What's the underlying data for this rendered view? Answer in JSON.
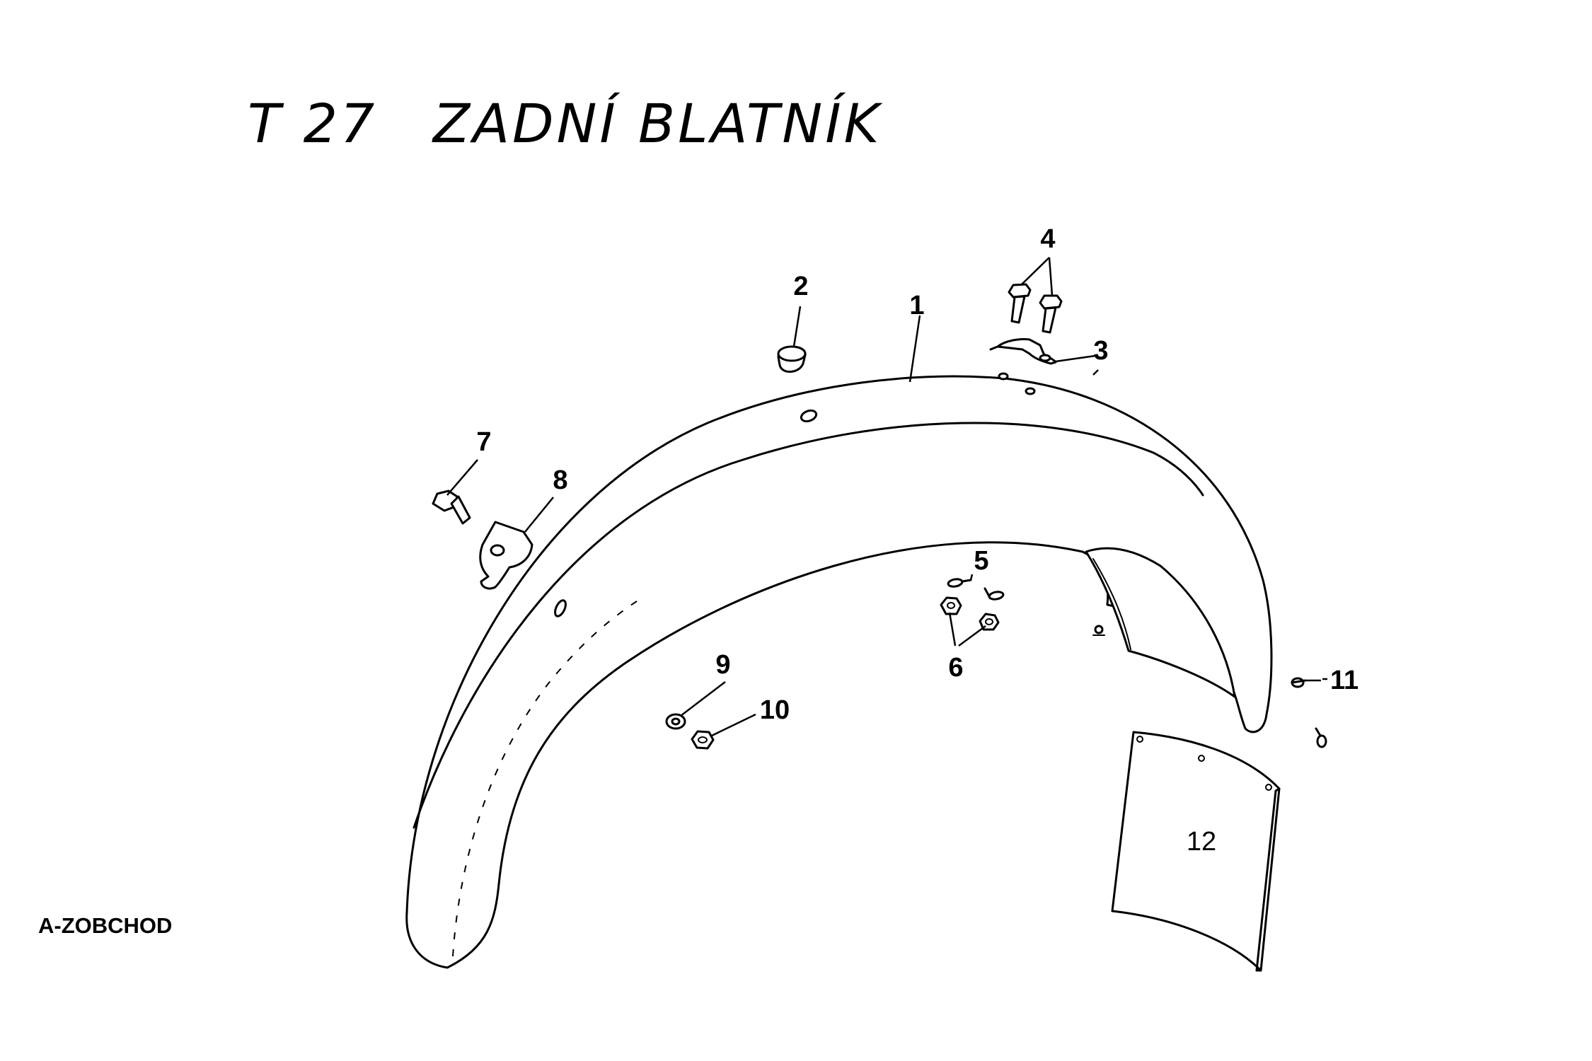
{
  "title": {
    "code": "T 27",
    "name": "ZADNÍ  BLATNÍK"
  },
  "watermark": "A-ZOBCHOD",
  "callouts": [
    {
      "id": "1",
      "label": "1"
    },
    {
      "id": "2",
      "label": "2"
    },
    {
      "id": "3",
      "label": "3"
    },
    {
      "id": "4",
      "label": "4"
    },
    {
      "id": "5",
      "label": "5"
    },
    {
      "id": "6",
      "label": "6"
    },
    {
      "id": "7",
      "label": "7"
    },
    {
      "id": "8",
      "label": "8"
    },
    {
      "id": "9",
      "label": "9"
    },
    {
      "id": "10",
      "label": "10"
    },
    {
      "id": "11",
      "label": "11"
    },
    {
      "id": "12",
      "label": "12"
    }
  ],
  "icons": {
    "fender": "rear-fender-icon",
    "plug": "rubber-plug-icon",
    "clip": "cable-clip-icon",
    "bolts": "hex-bolt-icon",
    "rivets": "rivet-icon",
    "nuts": "hex-nut-icon",
    "bracket": "mounting-bracket-icon",
    "washer": "washer-icon",
    "screw": "screw-icon",
    "mudflap": "mudflap-icon"
  }
}
